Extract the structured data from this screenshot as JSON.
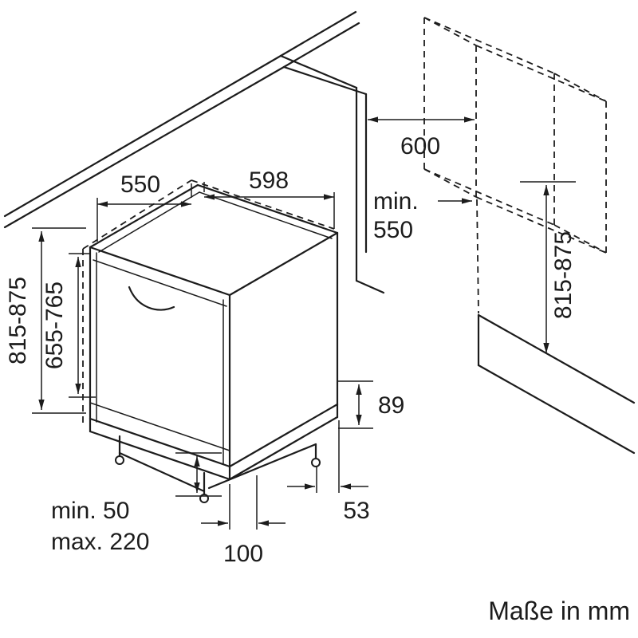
{
  "diagram": {
    "caption": "Maße in mm",
    "colors": {
      "line": "#1c1c1c",
      "background": "#ffffff"
    },
    "dims": {
      "top_depth": "550",
      "top_width": "598",
      "niche_width": "600",
      "niche_depth_prefix": "min.",
      "niche_depth_value": "550",
      "niche_height": "815-875",
      "appliance_height": "815-875",
      "front_panel_height": "655-765",
      "rear_base_height": "89",
      "rear_base_inset": "53",
      "front_base_inset": "100",
      "feet_min": "min. 50",
      "feet_max": "max. 220"
    }
  }
}
